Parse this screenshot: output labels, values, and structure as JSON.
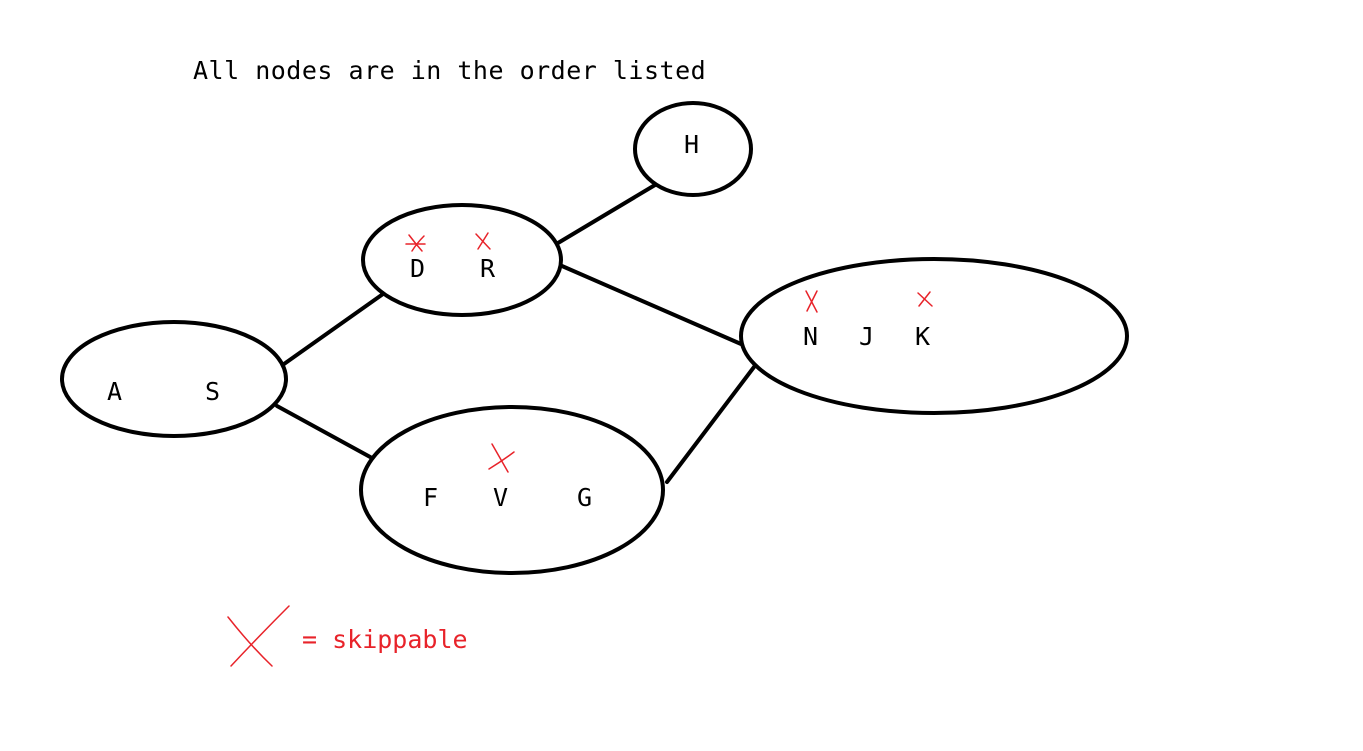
{
  "heading": "All nodes are in the order listed",
  "colors": {
    "line": "#000000",
    "skip_mark": "#e8232a"
  },
  "groups": [
    {
      "id": "AS",
      "nodes": [
        "A",
        "S"
      ]
    },
    {
      "id": "DR",
      "nodes": [
        "D",
        "R"
      ]
    },
    {
      "id": "H",
      "nodes": [
        "H"
      ]
    },
    {
      "id": "FVG",
      "nodes": [
        "F",
        "V",
        "G"
      ]
    },
    {
      "id": "NJK",
      "nodes": [
        "N",
        "J",
        "K"
      ]
    }
  ],
  "edges": [
    [
      "AS",
      "DR"
    ],
    [
      "AS",
      "FVG"
    ],
    [
      "DR",
      "H"
    ],
    [
      "DR",
      "NJK"
    ],
    [
      "FVG",
      "NJK"
    ]
  ],
  "skippable_nodes": [
    "D",
    "R",
    "V",
    "N",
    "K"
  ],
  "legend": {
    "mark_icon": "red-x-icon",
    "text": "= skippable"
  }
}
